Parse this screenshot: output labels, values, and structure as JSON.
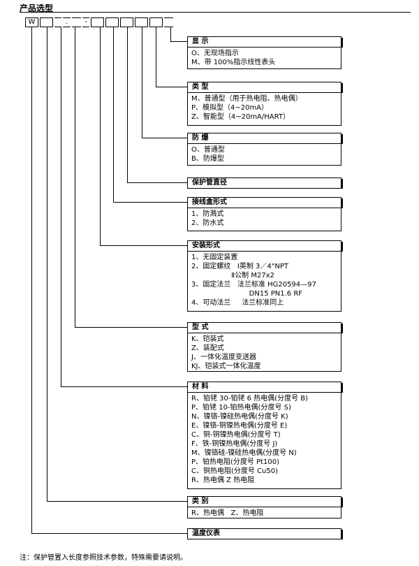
{
  "title": "产品选型",
  "code": {
    "boxes": [
      "W",
      "",
      "",
      ".",
      "",
      "-",
      "",
      "",
      "",
      "",
      "",
      ""
    ]
  },
  "sections": [
    {
      "header": "显    示",
      "lines": [
        "O、无现场指示",
        "M、带 100%指示线性表头"
      ]
    },
    {
      "header": "类    型",
      "lines": [
        "M、普通型（用于热电阻、热电偶）",
        "P、模拟型（4~20mA）",
        "Z、智能型（4~20mA/HART）"
      ]
    },
    {
      "header": "防    爆",
      "lines": [
        "O、普通型",
        "B、防爆型"
      ]
    },
    {
      "header": "保护管直径",
      "lines": []
    },
    {
      "header": "接线盒形式",
      "lines": [
        "1、防溅式",
        "2、防水式"
      ]
    },
    {
      "header": "安装形式",
      "lines": [
        "1、无固定装置",
        "2、固定螺纹   Ⅰ英制 3／4\"NPT",
        "                  Ⅱ公制 M27x2",
        "3、固定法兰   法兰标准 HG20594—97",
        "                          DN15 PN1.6 RF",
        "4、可动法兰     法兰标准同上"
      ]
    },
    {
      "header": "型    式",
      "lines": [
        "K、铠装式",
        "Z、装配式",
        "J、一体化温度变送器",
        "KJ、铠装式一体化温度"
      ]
    },
    {
      "header": "材    料",
      "lines": [
        "R、铂铑 30-铂铑 6 热电偶(分度号 B)",
        "P、铂铑 10-铂热电偶(分度号 S)",
        "N、镍铬-镍硅热电偶(分度号 K)",
        "E、镍铬-铜镍热电偶(分度号 E)",
        "C、铜-铜镍热电偶(分度号 T)",
        "F、铁-铜镍热电偶(分度号 J)",
        "M、镍铬硅-镍硅热电偶(分度号 N)",
        "P、铂热电阻(分度号 Pt100)",
        "C、铜热电阻(分度号 Cu50)",
        "R、热电偶 Z 热电阻"
      ]
    },
    {
      "header": "类    别",
      "lines": [
        "R、热电偶   Z、热电阻"
      ]
    },
    {
      "header": "温度仪表",
      "lines": []
    }
  ],
  "footnote": "注：保护管置入长度参照技术参数，特殊需要请说明。"
}
